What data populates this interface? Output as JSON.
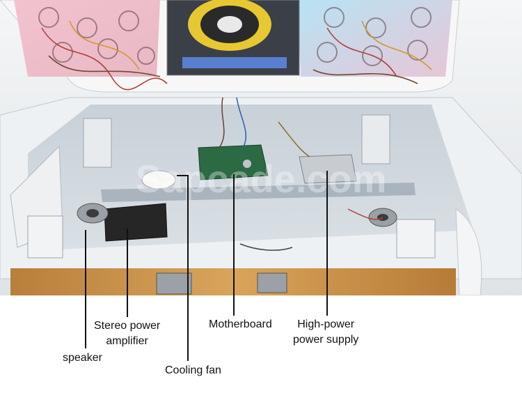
{
  "watermark": "Sapcade.com",
  "labels": {
    "speaker": "speaker",
    "amplifier_line1": "Stereo power",
    "amplifier_line2": "amplifier",
    "cooling_fan": "Cooling fan",
    "motherboard": "Motherboard",
    "power_line1": "High-power",
    "power_line2": "power supply"
  },
  "colors": {
    "leader_line": "#111111",
    "cabinet_wood": "#c9924a",
    "cabinet_interior": "#d3dbe1"
  }
}
